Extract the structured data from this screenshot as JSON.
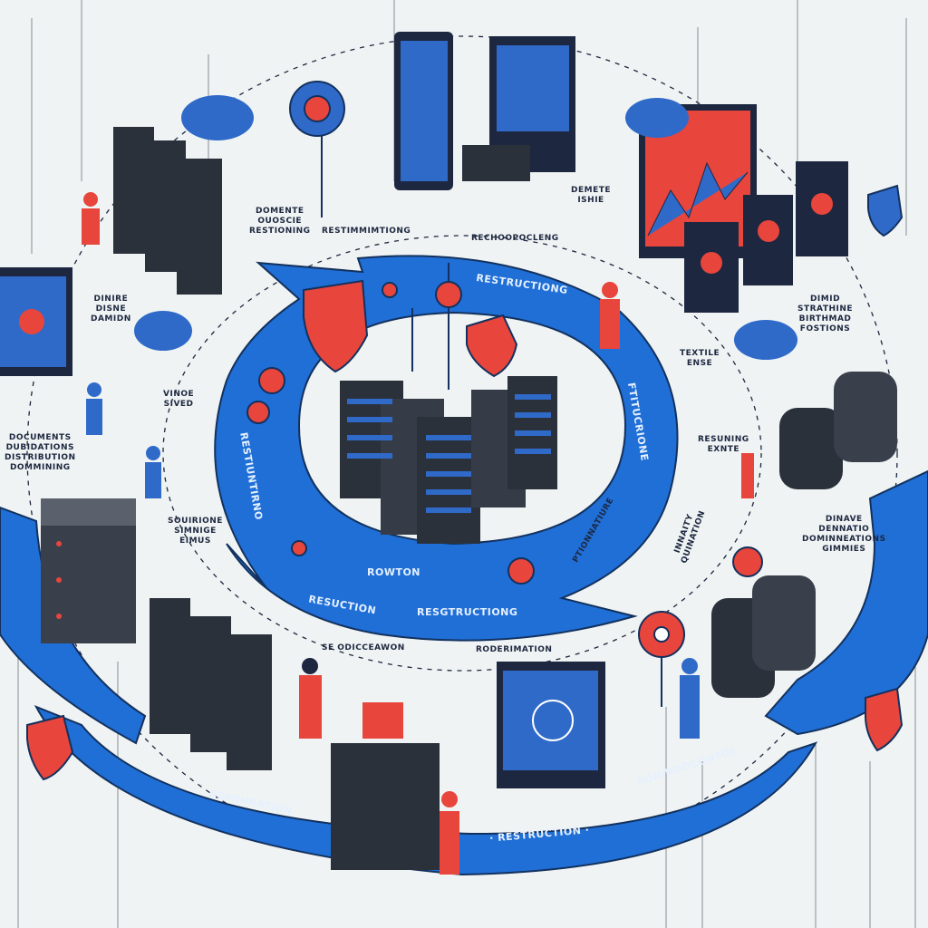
{
  "colors": {
    "primary_blue": "#1f6fd6",
    "accent_red": "#e8453c",
    "server_dark": "#2b313b",
    "background": "#eff3f3"
  },
  "labels": {
    "top_left_note": "DOMENTE\nOUOSCIE\nRESTIONING",
    "top_center_a": "RESTIMMIMTIONG",
    "top_center_b": "RECHOOPOCLENG",
    "top_right_note": "DEMETE\nISHIE",
    "arrow_top": "RESTRUCTIONG",
    "left_note_a": "DINIRE\nDISNE\nDAMIDN",
    "left_note_b": "DOCUMENTS\nDUBIDATIONS\nDISTRIBUTION\nDOMMINING",
    "left_note_c": "VINOE\nSIVED",
    "left_note_d": "SOUIRIONE\nSIMNIGE\nEIMUS",
    "arrow_left": "RESTIUNTIRNO",
    "arrow_right": "FTITUCRIONE",
    "arrow_right_inner": "PTIONNATIURE",
    "arrow_bottom_a": "ROWTON",
    "arrow_bottom_b": "RESUCTION",
    "arrow_bottom_c": "RESGTRUCTIONG",
    "mid_bottom_a": "SE ODICCEAWON",
    "mid_bottom_b": "RODERIMATION",
    "right_note_a": "DIMID\nSTRATHINE\nBIRTHMAD\nFOSTIONS",
    "right_note_b": "TEXTILE\nENSE",
    "right_note_c": "RESUNING\nEXNTE",
    "right_note_d": "INNAITY\nQUINATION",
    "right_note_e": "DINAVE\nDENNATIO\nDOMINNEATIONS\nGIMMIES",
    "outer_bottom_a": "ADMINRATION",
    "outer_bottom_b": "· RESTRUCTION ·",
    "outer_bottom_c": "RONINDOCONTOL"
  }
}
